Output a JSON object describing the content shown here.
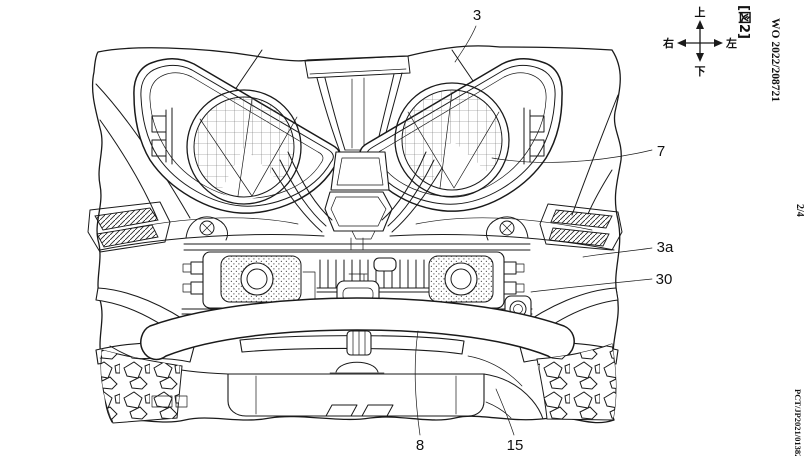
{
  "page": {
    "figure_label": "[図2]",
    "publication_number": "WO 2022/208721",
    "page_number": "2/4",
    "application_number": "PCT/JP2021/013826"
  },
  "compass": {
    "up": "上",
    "down": "下",
    "west": "右",
    "east": "左"
  },
  "numerals": {
    "n3": "3",
    "n7": "7",
    "n3a": "3a",
    "n30": "30",
    "n8": "8",
    "n15": "15"
  },
  "colors": {
    "ink": "#1a1a1a",
    "paper": "#ffffff"
  }
}
